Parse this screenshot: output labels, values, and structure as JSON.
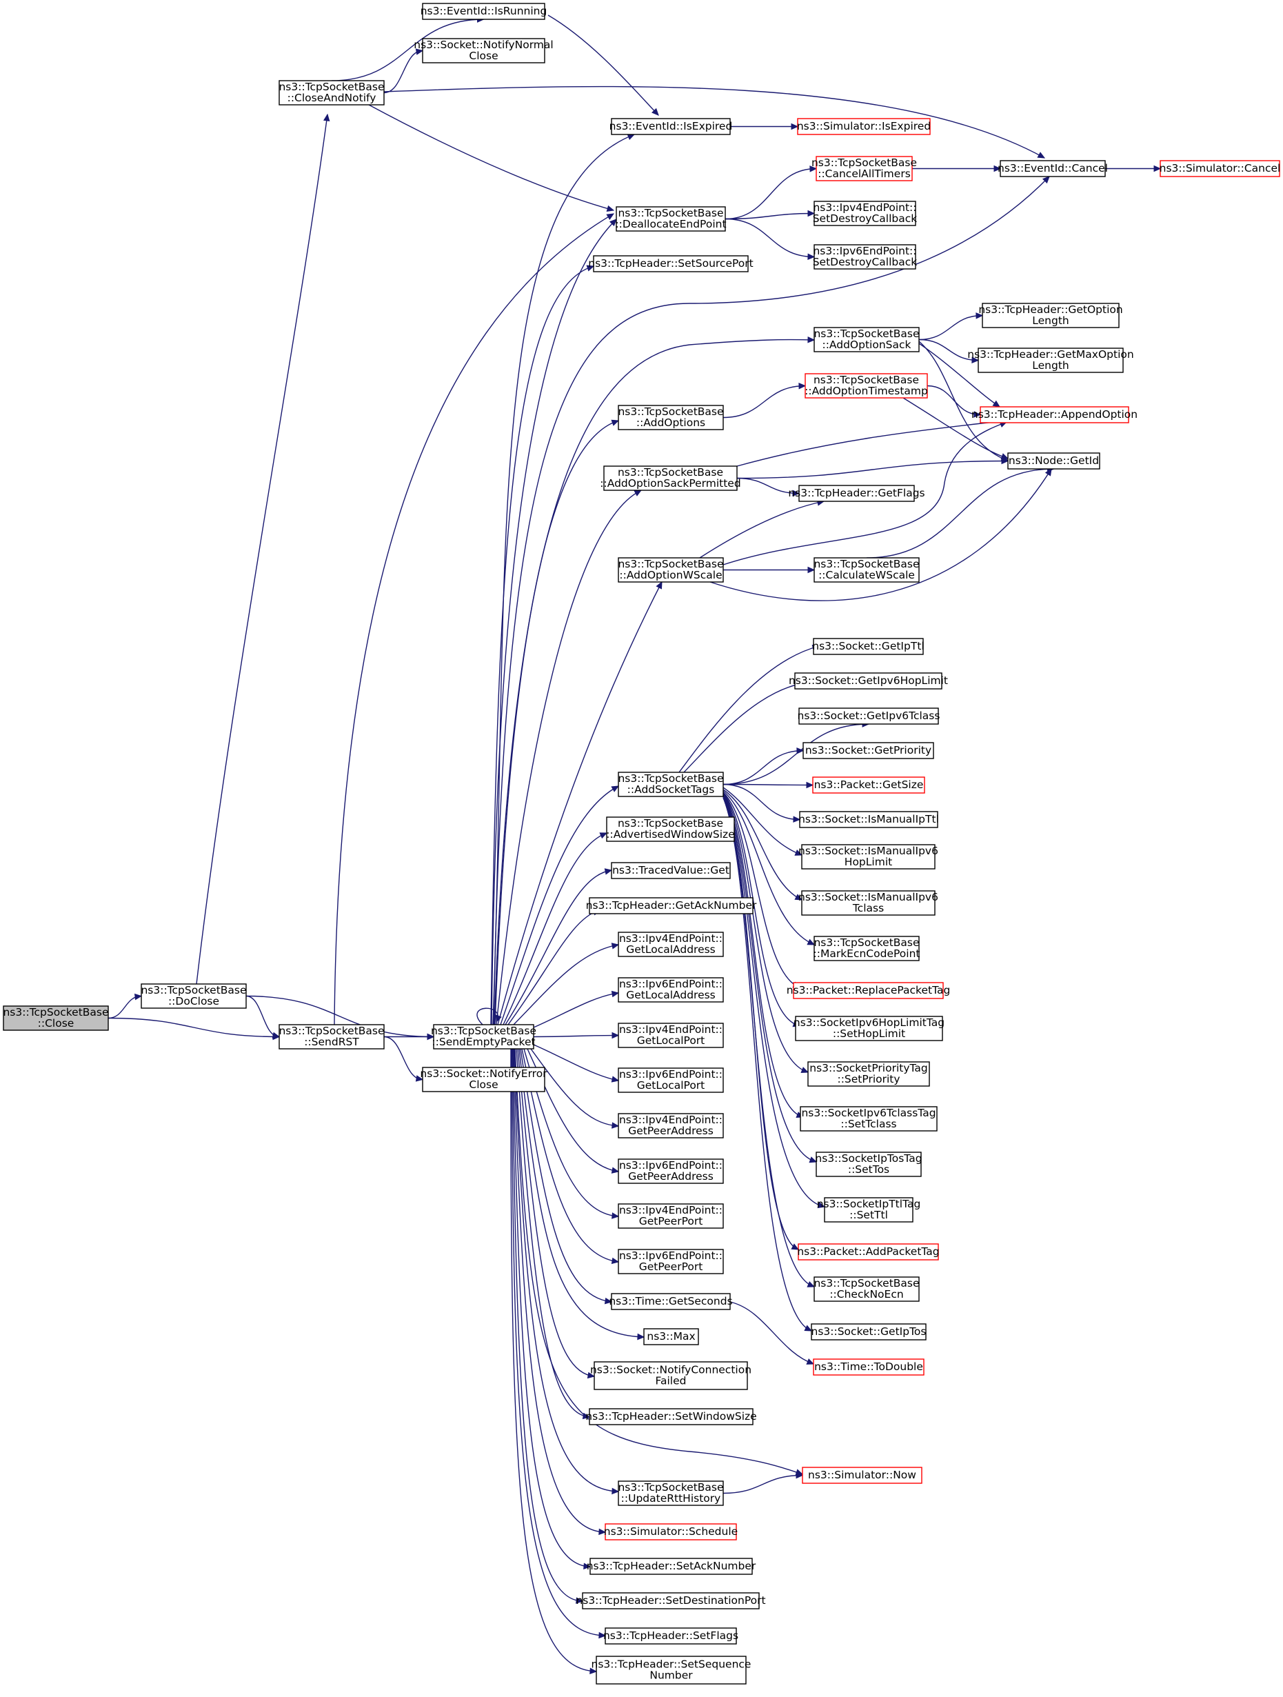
{
  "diagram": {
    "colors": {
      "edge": "#191970",
      "focus_fill": "#bfbfbf",
      "node_border": "#000000",
      "truncated_border": "#ff0000"
    },
    "nodes": {
      "close": {
        "lines": [
          "ns3::TcpSocketBase",
          "::Close"
        ],
        "focus": true
      },
      "doclose": {
        "lines": [
          "ns3::TcpSocketBase",
          "::DoClose"
        ]
      },
      "closeandnotify": {
        "lines": [
          "ns3::TcpSocketBase",
          "::CloseAndNotify"
        ]
      },
      "sendrst": {
        "lines": [
          "ns3::TcpSocketBase",
          "::SendRST"
        ]
      },
      "isrunning": {
        "lines": [
          "ns3::EventId::IsRunning"
        ]
      },
      "notifynormalclose": {
        "lines": [
          "ns3::Socket::NotifyNormal",
          "Close"
        ]
      },
      "notifyerrorclose": {
        "lines": [
          "ns3::Socket::NotifyError",
          "Close"
        ]
      },
      "sendemptypacket": {
        "lines": [
          "ns3::TcpSocketBase",
          "::SendEmptyPacket"
        ]
      },
      "isexpired": {
        "lines": [
          "ns3::EventId::IsExpired"
        ]
      },
      "sim_isexpired": {
        "lines": [
          "ns3::Simulator::IsExpired"
        ],
        "truncated": true
      },
      "cancelalltimers": {
        "lines": [
          "ns3::TcpSocketBase",
          "::CancelAllTimers"
        ],
        "truncated": true
      },
      "eventcancel": {
        "lines": [
          "ns3::EventId::Cancel"
        ]
      },
      "sim_cancel": {
        "lines": [
          "ns3::Simulator::Cancel"
        ],
        "truncated": true
      },
      "deallocate": {
        "lines": [
          "ns3::TcpSocketBase",
          "::DeallocateEndPoint"
        ]
      },
      "ipv4_destroy": {
        "lines": [
          "ns3::Ipv4EndPoint::",
          "SetDestroyCallback"
        ]
      },
      "ipv6_destroy": {
        "lines": [
          "ns3::Ipv6EndPoint::",
          "SetDestroyCallback"
        ]
      },
      "setsourceport": {
        "lines": [
          "ns3::TcpHeader::SetSourcePort"
        ]
      },
      "addoptionsack": {
        "lines": [
          "ns3::TcpSocketBase",
          "::AddOptionSack"
        ]
      },
      "getoptionlength": {
        "lines": [
          "ns3::TcpHeader::GetOption",
          "Length"
        ]
      },
      "getmaxoptionlength": {
        "lines": [
          "ns3::TcpHeader::GetMaxOption",
          "Length"
        ]
      },
      "addoptiontimestamp": {
        "lines": [
          "ns3::TcpSocketBase",
          "::AddOptionTimestamp"
        ],
        "truncated": true
      },
      "appendoption": {
        "lines": [
          "ns3::TcpHeader::AppendOption"
        ],
        "truncated": true
      },
      "addoptions": {
        "lines": [
          "ns3::TcpSocketBase",
          "::AddOptions"
        ]
      },
      "addoptionsackpermitted": {
        "lines": [
          "ns3::TcpSocketBase",
          "::AddOptionSackPermitted"
        ]
      },
      "nodegetid": {
        "lines": [
          "ns3::Node::GetId"
        ]
      },
      "getflags": {
        "lines": [
          "ns3::TcpHeader::GetFlags"
        ]
      },
      "addoptionwscale": {
        "lines": [
          "ns3::TcpSocketBase",
          "::AddOptionWScale"
        ]
      },
      "calculatewscale": {
        "lines": [
          "ns3::TcpSocketBase",
          "::CalculateWScale"
        ]
      },
      "getipttl": {
        "lines": [
          "ns3::Socket::GetIpTtl"
        ]
      },
      "getipv6hoplimit": {
        "lines": [
          "ns3::Socket::GetIpv6HopLimit"
        ]
      },
      "getipv6tclass": {
        "lines": [
          "ns3::Socket::GetIpv6Tclass"
        ]
      },
      "getpriority": {
        "lines": [
          "ns3::Socket::GetPriority"
        ]
      },
      "addsockettags": {
        "lines": [
          "ns3::TcpSocketBase",
          "::AddSocketTags"
        ]
      },
      "packetgetsize": {
        "lines": [
          "ns3::Packet::GetSize"
        ],
        "truncated": true
      },
      "ismanualipttl": {
        "lines": [
          "ns3::Socket::IsManualIpTtl"
        ]
      },
      "ismanualipv6hoplimit": {
        "lines": [
          "ns3::Socket::IsManualIpv6",
          "HopLimit"
        ]
      },
      "ismanualipv6tclass": {
        "lines": [
          "ns3::Socket::IsManualIpv6",
          "Tclass"
        ]
      },
      "markecncodepoint": {
        "lines": [
          "ns3::TcpSocketBase",
          "::MarkEcnCodePoint"
        ]
      },
      "replacepackettag": {
        "lines": [
          "ns3::Packet::ReplacePacketTag"
        ],
        "truncated": true
      },
      "sethoplimit": {
        "lines": [
          "ns3::SocketIpv6HopLimitTag",
          "::SetHopLimit"
        ]
      },
      "setpriority": {
        "lines": [
          "ns3::SocketPriorityTag",
          "::SetPriority"
        ]
      },
      "settclass": {
        "lines": [
          "ns3::SocketIpv6TclassTag",
          "::SetTclass"
        ]
      },
      "settos": {
        "lines": [
          "ns3::SocketIpTosTag",
          "::SetTos"
        ]
      },
      "setttl": {
        "lines": [
          "ns3::SocketIpTtlTag",
          "::SetTtl"
        ]
      },
      "addpackettag": {
        "lines": [
          "ns3::Packet::AddPacketTag"
        ],
        "truncated": true
      },
      "checknoecn": {
        "lines": [
          "ns3::TcpSocketBase",
          "::CheckNoEcn"
        ]
      },
      "getiptos": {
        "lines": [
          "ns3::Socket::GetIpTos"
        ]
      },
      "todouble": {
        "lines": [
          "ns3::Time::ToDouble"
        ],
        "truncated": true
      },
      "advertisedwindowsize": {
        "lines": [
          "ns3::TcpSocketBase",
          "::AdvertisedWindowSize"
        ]
      },
      "tracedvalueget": {
        "lines": [
          "ns3::TracedValue::Get"
        ]
      },
      "getacknumber": {
        "lines": [
          "ns3::TcpHeader::GetAckNumber"
        ]
      },
      "ipv4_getlocaladdress": {
        "lines": [
          "ns3::Ipv4EndPoint::",
          "GetLocalAddress"
        ]
      },
      "ipv6_getlocaladdress": {
        "lines": [
          "ns3::Ipv6EndPoint::",
          "GetLocalAddress"
        ]
      },
      "ipv4_getlocalport": {
        "lines": [
          "ns3::Ipv4EndPoint::",
          "GetLocalPort"
        ]
      },
      "ipv6_getlocalport": {
        "lines": [
          "ns3::Ipv6EndPoint::",
          "GetLocalPort"
        ]
      },
      "ipv4_getpeeraddress": {
        "lines": [
          "ns3::Ipv4EndPoint::",
          "GetPeerAddress"
        ]
      },
      "ipv6_getpeeraddress": {
        "lines": [
          "ns3::Ipv6EndPoint::",
          "GetPeerAddress"
        ]
      },
      "ipv4_getpeerport": {
        "lines": [
          "ns3::Ipv4EndPoint::",
          "GetPeerPort"
        ]
      },
      "ipv6_getpeerport": {
        "lines": [
          "ns3::Ipv6EndPoint::",
          "GetPeerPort"
        ]
      },
      "timegetseconds": {
        "lines": [
          "ns3::Time::GetSeconds"
        ]
      },
      "max": {
        "lines": [
          "ns3::Max"
        ]
      },
      "notifyconnectionfailed": {
        "lines": [
          "ns3::Socket::NotifyConnection",
          "Failed"
        ]
      },
      "setwindowsize": {
        "lines": [
          "ns3::TcpHeader::SetWindowSize"
        ]
      },
      "simulatornow": {
        "lines": [
          "ns3::Simulator::Now"
        ],
        "truncated": true
      },
      "updatertthistory": {
        "lines": [
          "ns3::TcpSocketBase",
          "::UpdateRttHistory"
        ]
      },
      "simulatorschedule": {
        "lines": [
          "ns3::Simulator::Schedule"
        ],
        "truncated": true
      },
      "setacknumber": {
        "lines": [
          "ns3::TcpHeader::SetAckNumber"
        ]
      },
      "setdestinationport": {
        "lines": [
          "ns3::TcpHeader::SetDestinationPort"
        ]
      },
      "setflags": {
        "lines": [
          "ns3::TcpHeader::SetFlags"
        ]
      },
      "setsequencenumber": {
        "lines": [
          "ns3::TcpHeader::SetSequence",
          "Number"
        ]
      }
    }
  }
}
